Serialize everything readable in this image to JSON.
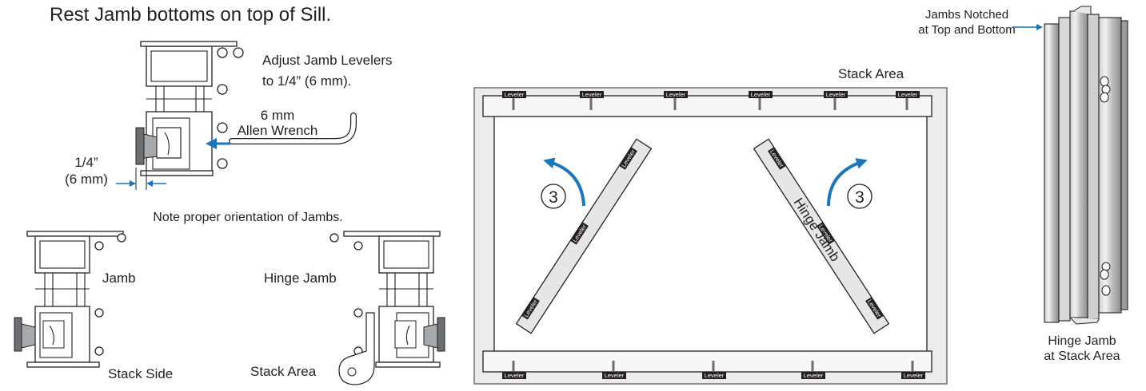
{
  "instructions": {
    "rest_jambs": "Rest Jamb bottoms on top of Sill.",
    "adjust_levelers_line1": "Adjust Jamb Levelers",
    "adjust_levelers_line2": "to 1/4” (6 mm).",
    "wrench_line1": "6 mm",
    "wrench_line2": "Allen Wrench",
    "dim_line1": "1/4”",
    "dim_line2": "(6 mm)",
    "note_orientation": "Note proper orientation of Jambs."
  },
  "profiles": {
    "jamb_label": "Jamb",
    "stack_side_label": "Stack Side",
    "hinge_jamb_label": "Hinge Jamb",
    "stack_area_label": "Stack Area"
  },
  "frame": {
    "stack_area_label": "Stack Area",
    "leveler_label": "Leveler",
    "step_number": "3",
    "hinge_jamb_label": "Hinge Jamb"
  },
  "jamb_3d": {
    "notched_line1": "Jambs Notched",
    "notched_line2": "at Top and Bottom",
    "caption_line1": "Hinge Jamb",
    "caption_line2": "at Stack Area"
  },
  "colors": {
    "line": "#231f20",
    "arrow_blue": "#1a75bb",
    "frame_fill": "#efefef",
    "leveler_fill": "#231f20"
  }
}
